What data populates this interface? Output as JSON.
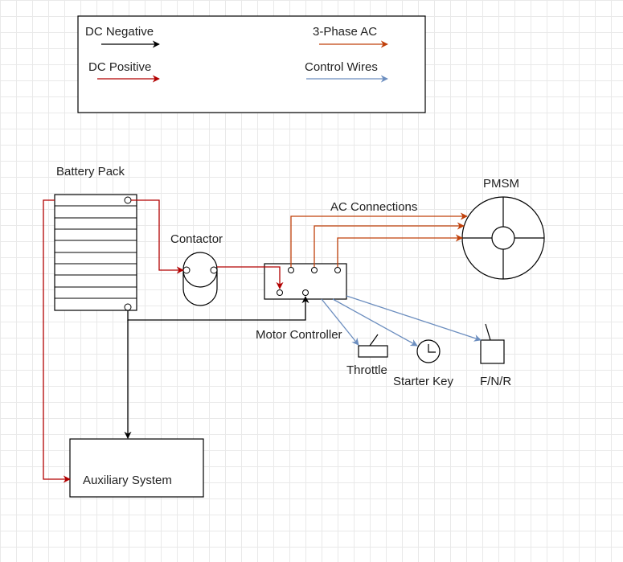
{
  "legend": {
    "dc_negative": {
      "label": "DC Negative",
      "color": "#000000"
    },
    "dc_positive": {
      "label": "DC Positive",
      "color": "#b20000"
    },
    "three_phase_ac": {
      "label": "3-Phase AC",
      "color": "#c0400a"
    },
    "control_wires": {
      "label": "Control Wires",
      "color": "#6c8ebf"
    }
  },
  "components": {
    "battery_pack": "Battery Pack",
    "contactor": "Contactor",
    "motor_controller": "Motor Controller",
    "pmsm": "PMSM",
    "throttle": "Throttle",
    "starter_key": "Starter Key",
    "fnr": "F/N/R",
    "auxiliary_system": "Auxiliary System"
  },
  "annotations": {
    "ac_connections": "AC Connections"
  }
}
